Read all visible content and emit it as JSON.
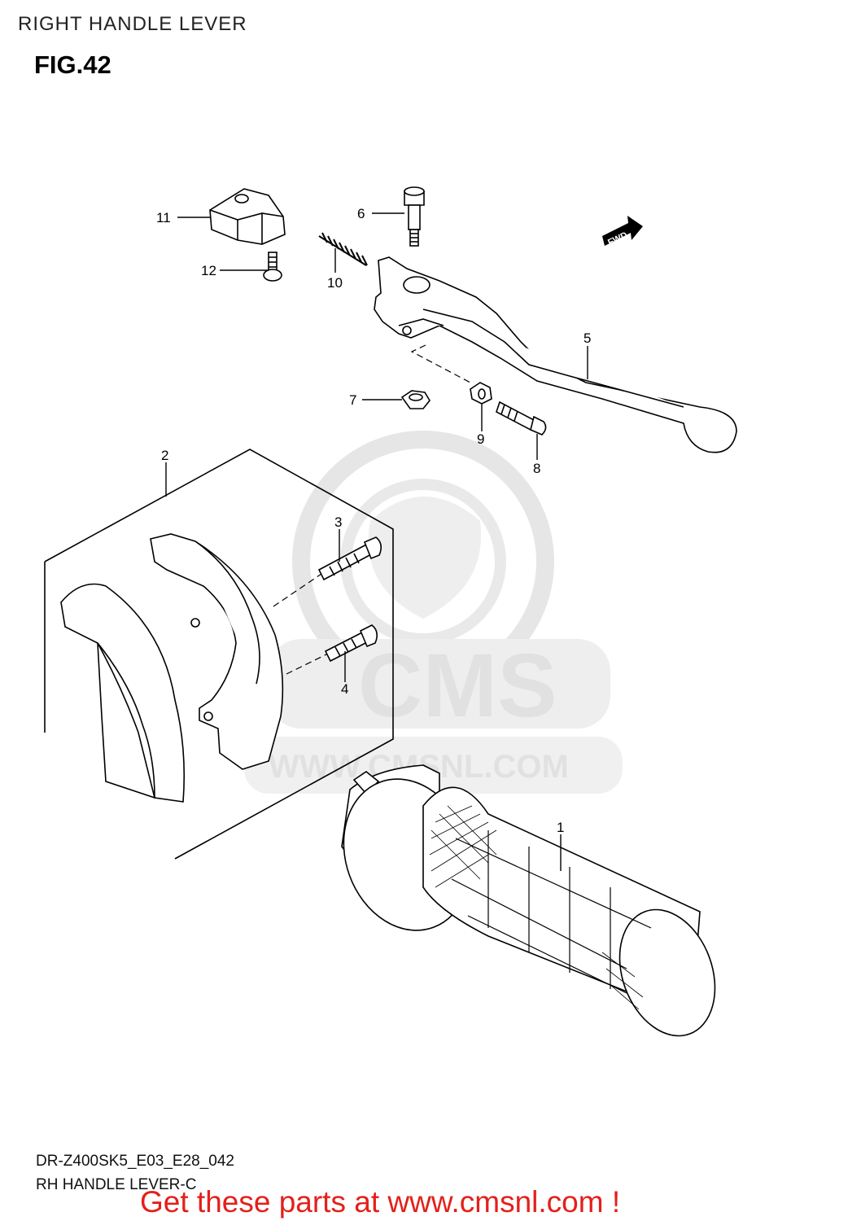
{
  "header": {
    "title": "RIGHT HANDLE LEVER"
  },
  "figure": {
    "label": "FIG.42"
  },
  "watermark": {
    "brand": "CMS",
    "url": "WWW.CMSNL.COM",
    "color": "#dcdcdc"
  },
  "direction_badge": {
    "text": "FWD"
  },
  "callouts": [
    {
      "id": "1",
      "part": "grip"
    },
    {
      "id": "2",
      "part": "clamp-set"
    },
    {
      "id": "3",
      "part": "bolt"
    },
    {
      "id": "4",
      "part": "bolt"
    },
    {
      "id": "5",
      "part": "lever"
    },
    {
      "id": "6",
      "part": "pivot-bolt"
    },
    {
      "id": "7",
      "part": "nut"
    },
    {
      "id": "8",
      "part": "screw"
    },
    {
      "id": "9",
      "part": "nut"
    },
    {
      "id": "10",
      "part": "spring"
    },
    {
      "id": "11",
      "part": "switch"
    },
    {
      "id": "12",
      "part": "screw"
    }
  ],
  "footer": {
    "code": "DR-Z400SK5_E03_E28_042",
    "subtitle": "RH HANDLE LEVER-C",
    "cta": "Get these parts at www.cmsnl.com !",
    "cta_color": "#e3201b"
  }
}
